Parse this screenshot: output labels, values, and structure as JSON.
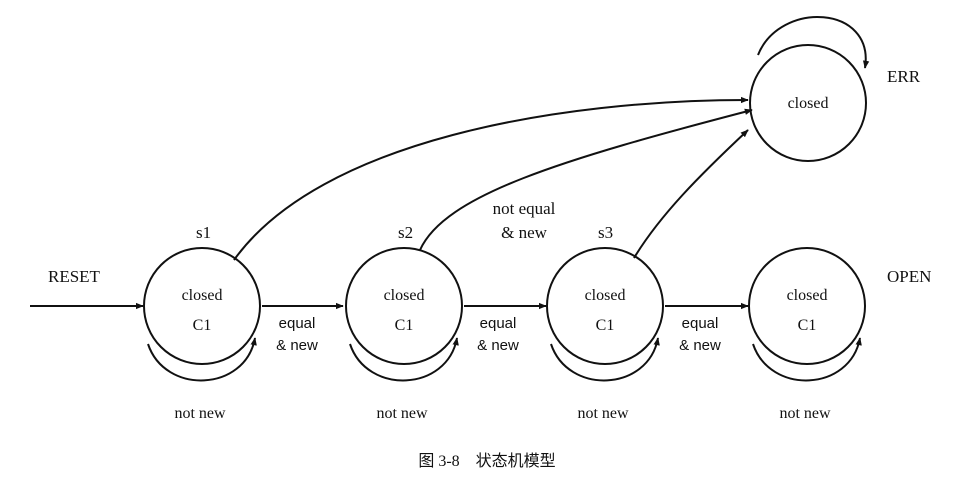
{
  "states": [
    {
      "id": "s1",
      "name": "s1",
      "line1": "closed",
      "line2": "C1",
      "loop_label": "not new"
    },
    {
      "id": "s2",
      "name": "s2",
      "line1": "closed",
      "line2": "C1",
      "loop_label": "not new"
    },
    {
      "id": "s3",
      "name": "s3",
      "line1": "closed",
      "line2": "C1",
      "loop_label": "not new"
    },
    {
      "id": "open",
      "name": "OPEN",
      "line1": "closed",
      "line2": "C1",
      "loop_label": "not new"
    },
    {
      "id": "err",
      "name": "ERR",
      "line1": "closed"
    }
  ],
  "reset_label": "RESET",
  "transitions": {
    "equal_new": {
      "line1": "equal",
      "line2": "& new"
    },
    "not_equal_new": {
      "line1": "not equal",
      "line2": "& new"
    }
  },
  "caption": "图 3-8    状态机模型"
}
